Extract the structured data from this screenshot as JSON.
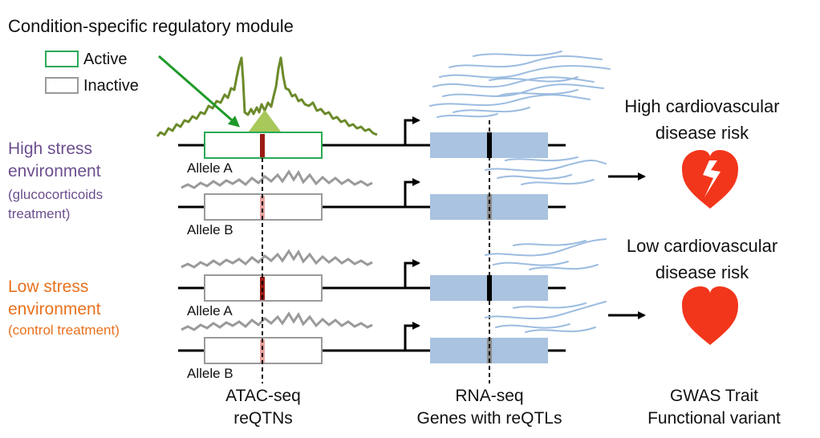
{
  "title": "Condition-specific regulatory module",
  "legend": {
    "active": "Active",
    "inactive": "Inactive"
  },
  "conditions": {
    "high": {
      "line1": "High stress",
      "line2": "environment",
      "sub1": "(glucocorticoids",
      "sub2": "treatment)",
      "color": "#6c4f8e"
    },
    "low": {
      "line1": "Low stress",
      "line2": "environment",
      "sub1": "(control treatment)",
      "color": "#e8711e"
    }
  },
  "alleles": {
    "a1": "Allele A",
    "b1": "Allele B",
    "a2": "Allele A",
    "b2": "Allele B"
  },
  "risk": {
    "high": {
      "line1": "High cardiovascular",
      "line2": "disease risk"
    },
    "low": {
      "line1": "Low cardiovascular",
      "line2": "disease risk"
    }
  },
  "columns": {
    "atac": {
      "line1": "ATAC-seq",
      "line2": "reQTNs"
    },
    "rna": {
      "line1": "RNA-seq",
      "line2": "Genes with reQTLs"
    },
    "gwas": {
      "line1": "GWAS Trait",
      "line2": "Functional variant"
    }
  },
  "colors": {
    "active_box": "#2aa957",
    "inactive_box": "#9a9a9a",
    "atac_signal_active": "#6b8a2a",
    "atac_signal_inactive": "#9a9a9a",
    "peak_fill": "#a8c85a",
    "arrow_green": "#1f9a2a",
    "variant_dark": "#9b1c14",
    "variant_light": "#e6a3a0",
    "gene_box": "#a9c3e0",
    "gene_variant_dark": "#000000",
    "gene_variant_light": "#8c8c8c",
    "reads": "#9cbce0",
    "heart": "#f2361b"
  }
}
